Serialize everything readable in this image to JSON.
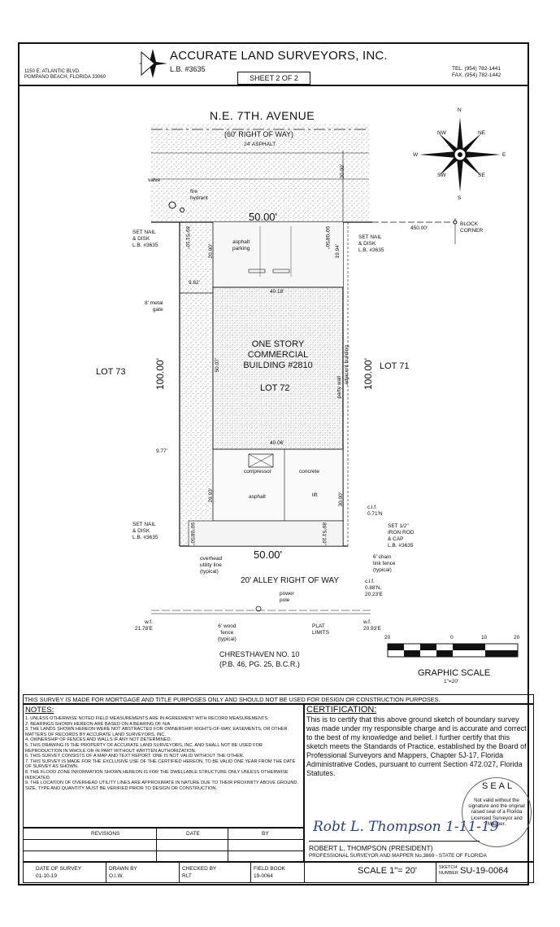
{
  "header": {
    "company": "ACCURATE LAND SURVEYORS, INC.",
    "lb": "L.B. #3635",
    "sheet": "SHEET 2 OF 2",
    "address_line1": "1150 E. ATLANTIC BLVD.",
    "address_line2": "POMPANO BEACH, FLORIDA 33060",
    "tel": "TEL. (954) 782-1441",
    "fax": "FAX. (954) 782-1442"
  },
  "plan": {
    "street": "N.E. 7TH. AVENUE",
    "right_of_way": "(60' RIGHT OF WAY)",
    "asphalt_24": "24' ASPHALT",
    "valve": "valve",
    "fire_hydrant": "fire\nhydrant",
    "dim_front": "50.00'",
    "dim_back": "50.00'",
    "dim_450": "450.00'",
    "block_corner": "BLOCK\nCORNER",
    "set_nail_left": "SET NAIL\n& DISK\nL.B. #3635",
    "set_nail_right": "SET NAIL\n& DISK\nL.B. #3635",
    "set_nail_bottom": "SET NAIL\n& DISK\nL.B. #3635",
    "angle_tl": "89°51'10\"",
    "angle_tr": "90°08'50\"",
    "angle_bl": "90°08'50\"",
    "angle_br": "89°51'10\"",
    "dim_20": "20.00'",
    "dim_1994": "19.94'",
    "dim_30_top": "30.00'",
    "asphalt_parking": "asphalt\nparking",
    "dim_982": "9.82'",
    "dim_4018": "40.18'",
    "metal_gate": "8' metal\ngate",
    "lot_73": "LOT 73",
    "lot_71": "LOT 71",
    "lot_72": "LOT 72",
    "dim_100_left": "100.00'",
    "dim_100_right": "100.00'",
    "dim_5007": "50.07'",
    "party_wall": "party wall",
    "adjacent_building": "adjacent building",
    "building": "ONE STORY\nCOMMERCIAL\nBUILDING #2810",
    "dim_4006": "40.06'",
    "dim_977": "9.77'",
    "compressor": "compressor",
    "concrete": "concrete",
    "asphalt": "asphalt",
    "lift": "lift",
    "dim_2993": "29.93'",
    "dim_30_bot": "30.00'",
    "clf_071": "c.l.f.\n0.71'N",
    "iron_rod": "SET 1/2\"\nIRON ROD\n& CAP\nL.B. #3635",
    "chain_fence": "6' chain\nlink fence\n(typical)",
    "overhead": "overhead\nutility line\n(typical)",
    "alley": "20' ALLEY RIGHT OF WAY",
    "clf_088": "c.l.f.\n0.88'N,\n20.23'E",
    "power_pole": "power\npole",
    "wf_left": "w.f.\n21.78'E",
    "wood_fence": "6' wood\nfence\n(typical)",
    "plat_limits": "PLAT\nLIMITS",
    "wf_right": "w.f.\n20.93'E",
    "subdivision": "CHRESTHAVEN NO. 10",
    "plat_ref": "(P.B. 46, PG. 25, B.C.R.)",
    "compass_n": "N",
    "compass_s": "S",
    "compass_e": "E",
    "compass_w": "W",
    "compass_ne": "NE",
    "compass_nw": "NW",
    "compass_se": "SE",
    "compass_sw": "SW"
  },
  "scale": {
    "ticks": [
      "20",
      "0",
      "10",
      "20"
    ],
    "label": "GRAPHIC SCALE",
    "ratio": "1\"=20'"
  },
  "footer": {
    "purpose": "THIS SURVEY IS MADE FOR MORTGAGE AND TITLE PURPOSES ONLY AND SHOULD NOT BE USED FOR DESIGN OR CONSTRUCTION PURPOSES.",
    "notes_title": "NOTES:",
    "notes": [
      "1. UNLESS OTHERWISE NOTED FIELD MEASUREMENTS ARE IN AGREEMENT WITH RECORD MEASUREMENTS.",
      "2. BEARINGS SHOWN HEREON ARE BASED ON A BEARING OF N/A",
      "3. THE LANDS SHOWN HEREON WERE NOT ABSTRACTED FOR OWNERSHIP, RIGHTS-OF-WAY, EASEMENTS, OR OTHER MATTERS OF RECORDS BY ACCURATE LAND SURVEYORS, INC.",
      "4. OWNERSHIP OF FENCES AND WALLS IF ANY NOT DETERMINED.",
      "5. THIS DRAWING IS THE PROPERTY OF ACCURATE LAND SURVEYORS, INC. AND SHALL NOT BE USED FOR REPRODUCTION IN WHOLE OR IN PART WITHOUT WRITTEN AUTHORIZATION.",
      "6. THIS SURVEY CONSISTS OF A MAP AND TEXT REPORT. ONE IS NOT VALID WITHOUT THE OTHER.",
      "7. THIS SURVEY IS MADE FOR THE EXCLUSIVE USE OF THE CERTIFIED HEREON, TO BE VALID ONE YEAR FROM THE DATE OF SURVEY AS SHOWN.",
      "8. THE FLOOD ZONE INFORMATION SHOWN HEREON IS FOR THE DWELLABLE STRUCTURE ONLY UNLESS OTHERWISE INDICATED.",
      "9. THE LOCATION OF OVERHEAD UTILITY LINES ARE APPROXIMATE IN NATURE DUE TO THEIR PROXIMITY ABOVE GROUND. SIZE, TYPE AND QUANTITY MUST BE VERIFIED PRIOR TO DESIGN OR CONSTRUCTION."
    ],
    "cert_title": "CERTIFICATION:",
    "cert_text": "This is to certify that this above ground sketch of boundary survey was made under my responsible charge and is accurate and correct to the best of my knowledge and belief. I further certify that this sketch meets the Standards of Practice, established by the Board of Professional Surveyors and Mappers, Chapter 5J-17, Florida Administrative Codes, pursuant to current Section 472.027, Florida Statutes.",
    "seal_word": "SEAL",
    "seal_text": "Not valid without the signature and the original raised seal of a Florida Licensed Surveyor and Mapper.",
    "signature": "Robt L. Thompson 1-11-19",
    "surveyor_name": "ROBERT L. THOMPSON (PRESIDENT)",
    "surveyor_title": "PROFESSIONAL SURVEYOR AND MAPPER No.3869 - STATE OF FLORIDA",
    "revisions": "REVISIONS",
    "date": "DATE",
    "by": "BY",
    "date_of_survey_lbl": "DATE OF SURVEY",
    "date_of_survey": "01-10-19",
    "drawn_by_lbl": "DRAWN BY",
    "drawn_by": "O.I.W.",
    "checked_by_lbl": "CHECKED BY",
    "checked_by": "RLT",
    "field_book_lbl": "FIELD BOOK",
    "field_book": "19-0064",
    "scale_lbl": "SCALE 1\"= 20'",
    "sketch_lbl": "SKETCH\nNUMBER",
    "sketch_number": "SU-19-0064"
  }
}
